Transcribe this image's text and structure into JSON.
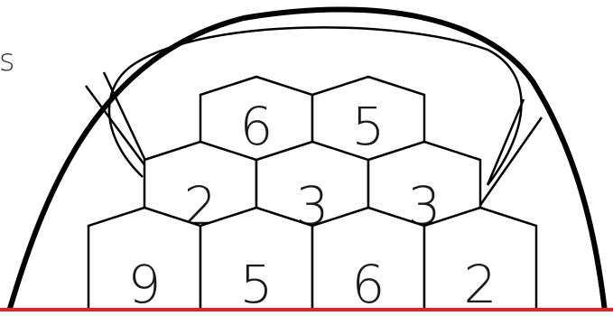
{
  "diagram": {
    "partial_label": "es",
    "colors": {
      "outline": "#000000",
      "baseline": "#e0242a",
      "text": "#1a1a1a",
      "background": "#ffffff"
    },
    "rows": [
      {
        "row": "top",
        "values": [
          "6",
          "5"
        ]
      },
      {
        "row": "middle",
        "values": [
          "2",
          "3",
          "3"
        ]
      },
      {
        "row": "bottom",
        "values": [
          "9",
          "5",
          "6",
          "2"
        ]
      }
    ]
  }
}
